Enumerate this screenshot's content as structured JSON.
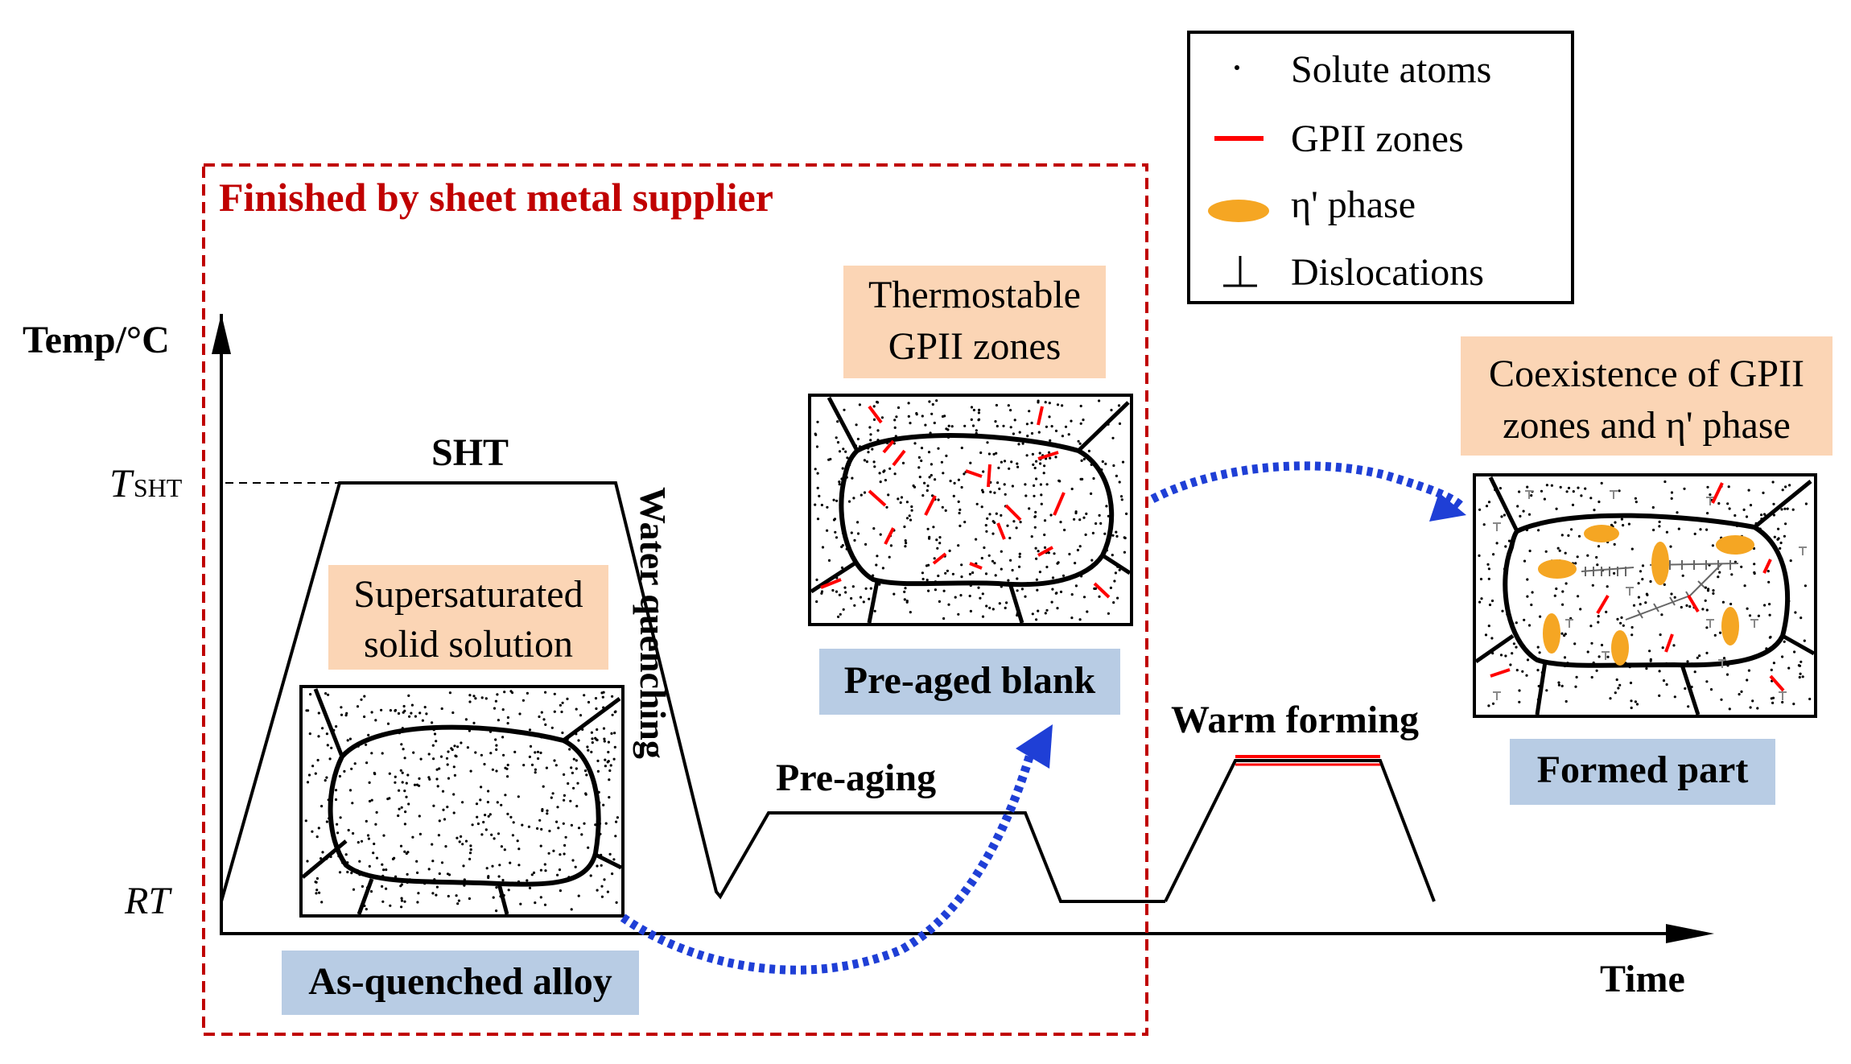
{
  "supplier_box_label": "Finished by sheet metal supplier",
  "axes": {
    "y_label": "Temp/°C",
    "x_label": "Time",
    "t_sht_main": "T",
    "t_sht_sub": "SHT",
    "rt_label": "RT"
  },
  "process": {
    "sht": "SHT",
    "water_quenching": "Water quenching",
    "pre_aging": "Pre-aging",
    "warm_forming": "Warm forming"
  },
  "states": {
    "supersaturated": [
      "Supersaturated",
      "solid solution"
    ],
    "as_quenched": "As-quenched alloy",
    "thermostable": [
      "Thermostable",
      "GPII zones"
    ],
    "pre_aged": "Pre-aged blank",
    "coexistence": [
      "Coexistence of GPII",
      "zones and η' phase"
    ],
    "formed_part": "Formed part"
  },
  "legend": {
    "solute": "Solute atoms",
    "gpii": "GPII zones",
    "eta": "η' phase",
    "dislocations": "Dislocations"
  },
  "colors": {
    "supplier_box": "#c00000",
    "gpii": "#ff0000",
    "eta_phase": "#f5a623",
    "arrow": "#1f3fd6",
    "label_orange": "#fbd5b5",
    "label_blue": "#b8cce4"
  }
}
